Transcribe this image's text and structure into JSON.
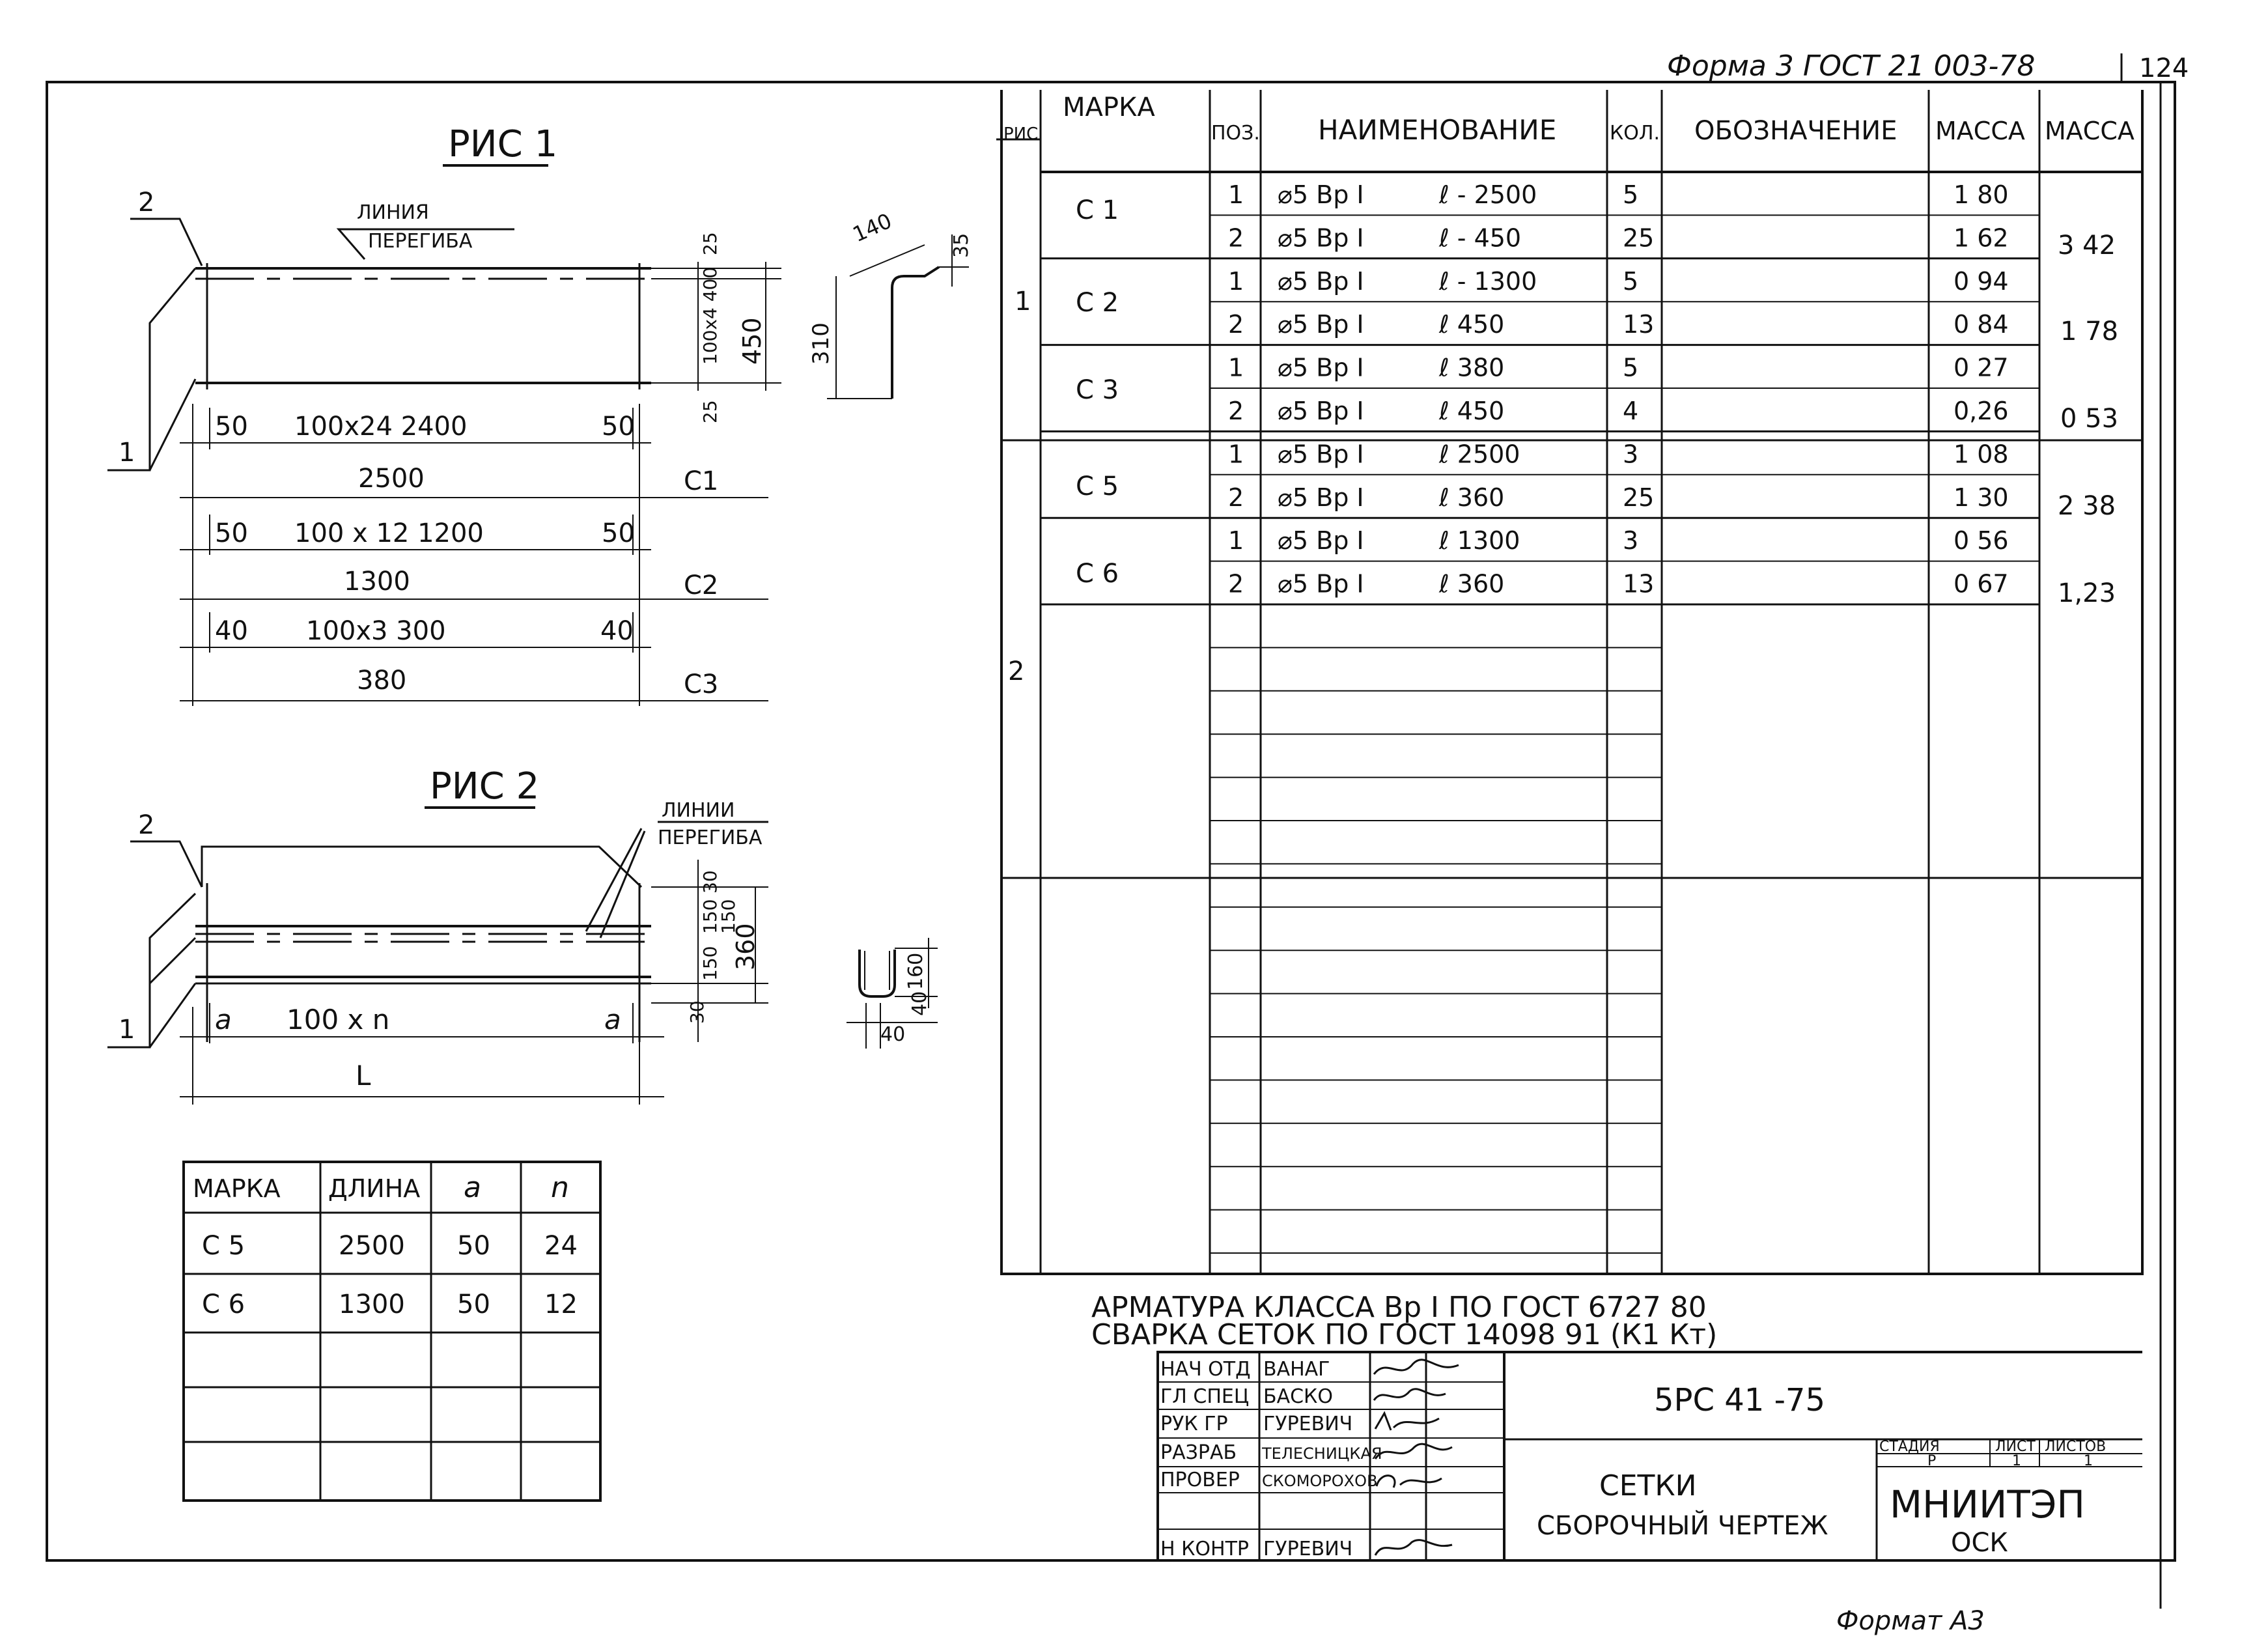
{
  "header": {
    "form_ref": "Форма 3  ГОСТ 21 003-78",
    "page_number": "124"
  },
  "figure1": {
    "title": "РИС 1",
    "callout_1": "1",
    "callout_2": "2",
    "bend_line_label_1": "ЛИНИЯ",
    "bend_line_label_2": "ПЕРЕГИБА",
    "dims": {
      "side_top": "25",
      "side_mid": "100x4 400",
      "side_bottom": "25",
      "side_total": "450",
      "c1_end_left": "50",
      "c1_middle": "100x24 2400",
      "c1_end_right": "50",
      "c1_total": "2500",
      "c2_end_left": "50",
      "c2_middle": "100 x 12  1200",
      "c2_end_right": "50",
      "c2_total": "1300",
      "c3_end_left": "40",
      "c3_middle": "100x3  300",
      "c3_end_right": "40",
      "c3_total": "380"
    },
    "row_marks": [
      "C1",
      "C2",
      "C3"
    ],
    "profile": {
      "width": "140",
      "lip": "35",
      "height": "310"
    }
  },
  "figure2": {
    "title": "РИС 2",
    "callout_1": "1",
    "callout_2": "2",
    "bend_line_label_1": "ЛИНИИ",
    "bend_line_label_2": "ПЕРЕГИБА",
    "dims": {
      "top": "30",
      "mid_a": "150",
      "mid_b": "150",
      "bottom": "30",
      "right_a": "150",
      "total": "360",
      "end_left": "a",
      "middle": "100 x n",
      "end_right": "a",
      "length": "L"
    },
    "profile": {
      "height": "160",
      "lip": "40",
      "width": "40"
    }
  },
  "mesh_table": {
    "headers": [
      "МАРКА",
      "ДЛИНА",
      "a",
      "n"
    ],
    "rows": [
      [
        "C 5",
        "2500",
        "50",
        "24"
      ],
      [
        "C 6",
        "1300",
        "50",
        "12"
      ],
      [
        "",
        "",
        "",
        ""
      ],
      [
        "",
        "",
        "",
        ""
      ],
      [
        "",
        "",
        "",
        ""
      ]
    ]
  },
  "spec_table": {
    "headers": [
      "РИС",
      "МАРКА",
      "ПОЗ.",
      "НАИМЕНОВАНИЕ",
      "КОЛ.",
      "ОБОЗНАЧЕНИЕ",
      "МАССА",
      "МАССА"
    ],
    "fig_labels": [
      "1",
      "2"
    ],
    "marks": [
      "C 1",
      "C 2",
      "C 3",
      "C 5",
      "C 6"
    ],
    "rows": [
      {
        "pos": "1",
        "name": "⌀5 Вр I",
        "len": "ℓ - 2500",
        "qty": "5",
        "mass": "1 80"
      },
      {
        "pos": "2",
        "name": "⌀5 Вр I",
        "len": "ℓ - 450",
        "qty": "25",
        "mass": "1 62"
      },
      {
        "pos": "1",
        "name": "⌀5 Вр I",
        "len": "ℓ - 1300",
        "qty": "5",
        "mass": "0 94"
      },
      {
        "pos": "2",
        "name": "⌀5 Вр I",
        "len": "ℓ  450",
        "qty": "13",
        "mass": "0 84"
      },
      {
        "pos": "1",
        "name": "⌀5 Вр I",
        "len": "ℓ  380",
        "qty": "5",
        "mass": "0 27"
      },
      {
        "pos": "2",
        "name": "⌀5 Вр I",
        "len": "ℓ  450",
        "qty": "4",
        "mass": "0,26"
      },
      {
        "pos": "1",
        "name": "⌀5 Вр I",
        "len": "ℓ  2500",
        "qty": "3",
        "mass": "1 08"
      },
      {
        "pos": "2",
        "name": "⌀5 Вр I",
        "len": "ℓ  360",
        "qty": "25",
        "mass": "1 30"
      },
      {
        "pos": "1",
        "name": "⌀5 Вр I",
        "len": "ℓ  1300",
        "qty": "3",
        "mass": "0 56"
      },
      {
        "pos": "2",
        "name": "⌀5 Вр I",
        "len": "ℓ  360",
        "qty": "13",
        "mass": "0 67"
      }
    ],
    "total_masses": [
      "3 42",
      "1 78",
      "0 53",
      "2 38",
      "1,23"
    ]
  },
  "notes": {
    "line1": "АРМАТУРА  КЛАССА  Вр I  ПО  ГОСТ 6727 80",
    "line2": "СВАРКА  СЕТОК  ПО ГОСТ  14098 91  (К1  Кт)"
  },
  "title_block": {
    "roles": [
      "НАЧ ОТД",
      "ГЛ СПЕЦ",
      "РУК ГР",
      "РАЗРАБ",
      "ПРОВЕР",
      "",
      "Н КОНТР"
    ],
    "names": [
      "ВАНАГ",
      "БАСКО",
      "ГУРЕВИЧ",
      "ТЕЛЕСНИЦКАЯ",
      "СКОМОРОХОВ",
      "",
      "ГУРЕВИЧ"
    ],
    "doc_code": "5РС  41 -75",
    "doc_title_1": "СЕТКИ",
    "doc_title_2": "СБОРОЧНЫЙ ЧЕРТЕЖ",
    "stage_label": "СТАДИЯ",
    "sheet_label": "ЛИСТ",
    "sheets_label": "ЛИСТОВ",
    "stage": "Р",
    "sheet": "1",
    "sheets": "1",
    "org_1": "МНИИТЭП",
    "org_2": "ОСК"
  },
  "footer": {
    "format": "Формат А3"
  }
}
